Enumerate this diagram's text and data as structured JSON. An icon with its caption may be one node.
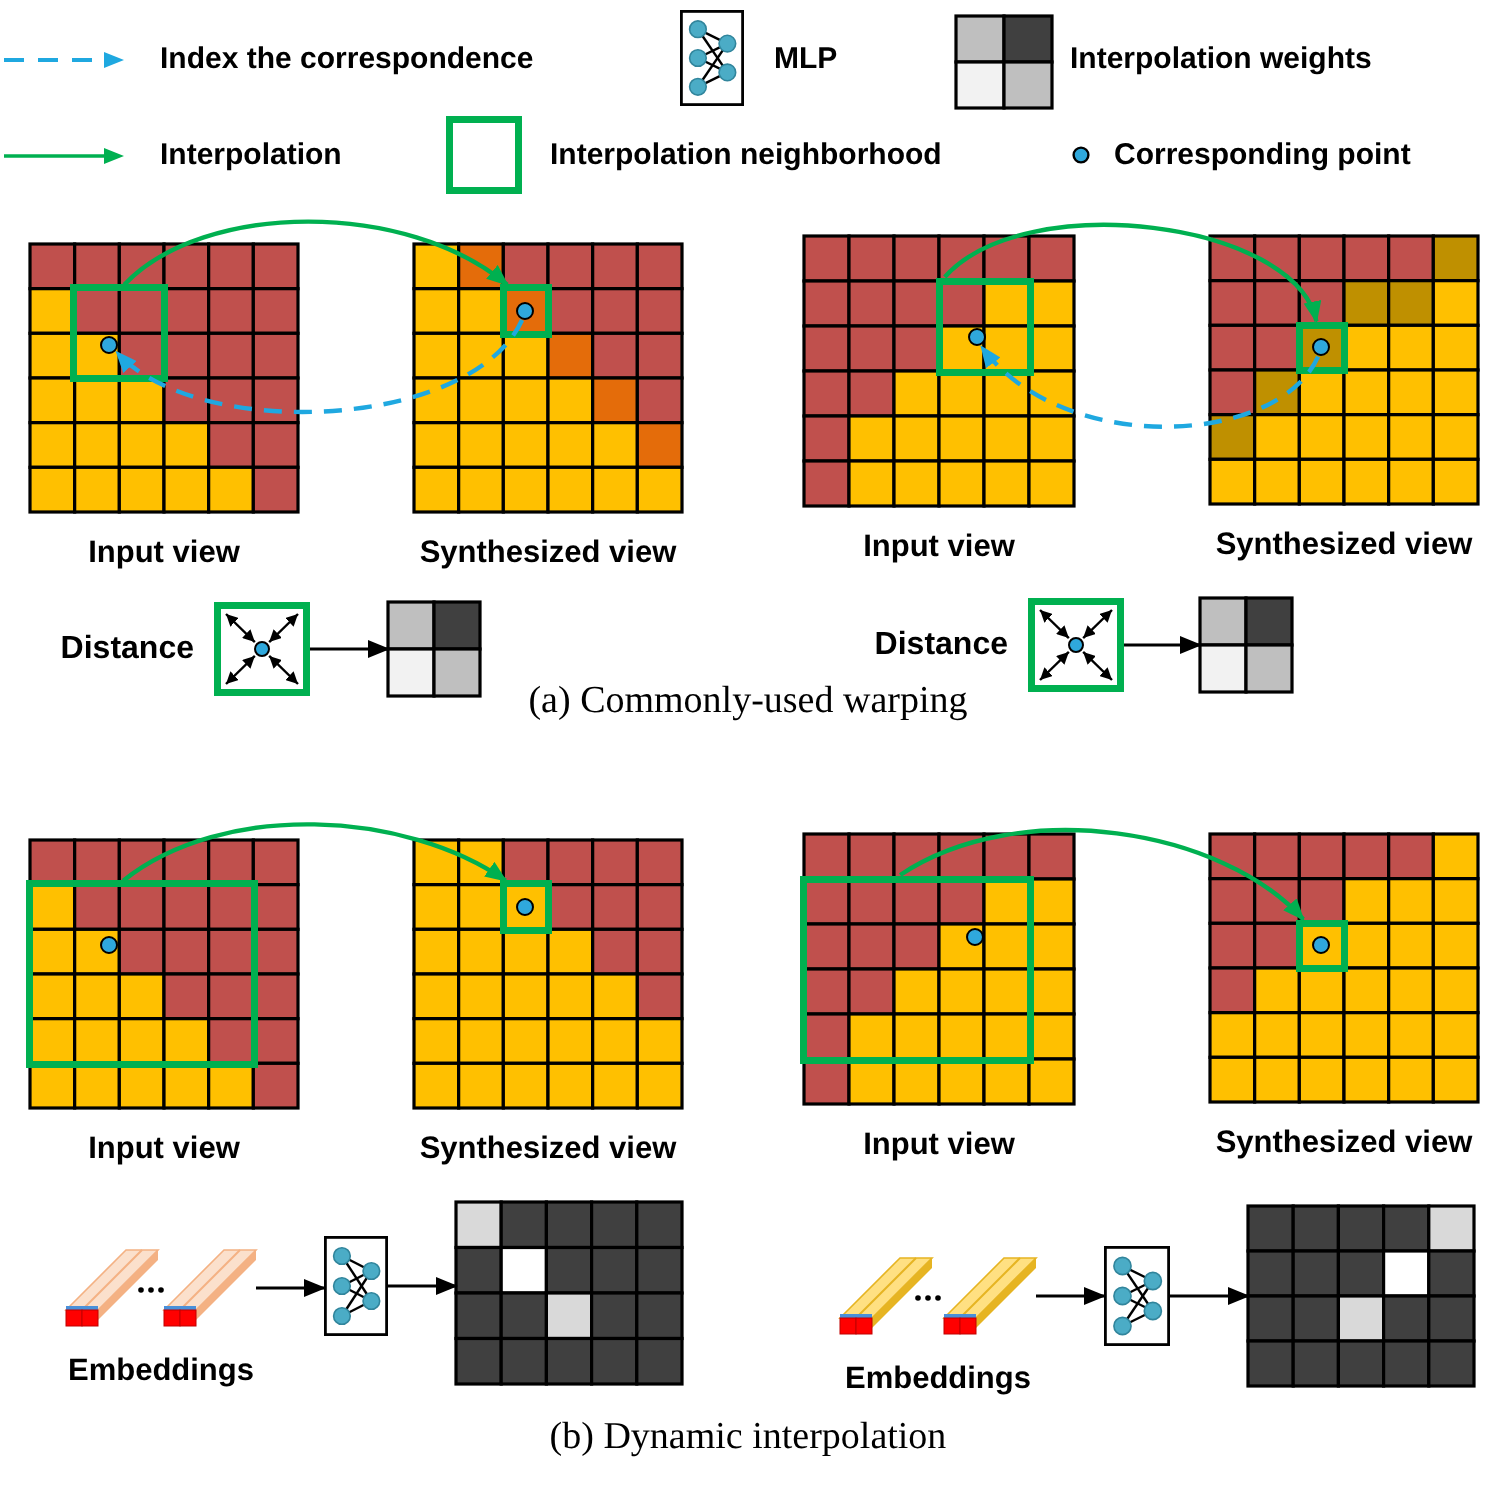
{
  "diagram": {
    "nodes": [
      {
        "text": [
          "Input view"
        ]
      },
      {
        "text": [],
        "shape": "box",
        "in": 0
      },
      {
        "text": [],
        "shape": "circle",
        "in": 1
      },
      {
        "text": [
          "Synthesized view"
        ]
      },
      {
        "text": [],
        "shape": "box",
        "in": 3
      },
      {
        "text": [],
        "shape": "circle",
        "in": 4
      },
      {
        "text": [
          "Distance"
        ]
      },
      {
        "text": [],
        "shape": "box"
      },
      {
        "text": [
          "Input view"
        ]
      },
      {
        "text": [],
        "shape": "box",
        "in": 8
      },
      {
        "text": [],
        "shape": "circle",
        "in": 9
      },
      {
        "text": [
          "Synthesized view"
        ]
      },
      {
        "text": [],
        "shape": "box",
        "in": 11
      },
      {
        "text": [],
        "shape": "circle",
        "in": 12
      },
      {
        "text": [
          "Distance"
        ]
      },
      {
        "text": [],
        "shape": "box"
      },
      {
        "text": [
          "Input view"
        ]
      },
      {
        "text": [],
        "shape": "box",
        "in": 16
      },
      {
        "text": [],
        "shape": "circle",
        "in": 17
      },
      {
        "text": [
          "Synthesized view"
        ]
      },
      {
        "text": [],
        "shape": "box",
        "in": 19
      },
      {
        "text": [],
        "shape": "circle",
        "in": 20
      },
      {
        "text": [
          "Embeddings"
        ]
      },
      {
        "text": [],
        "shape": "box"
      },
      {
        "text": [],
        "shape": "box"
      },
      {
        "text": [
          "Input view"
        ]
      },
      {
        "text": [],
        "shape": "box",
        "in": 25
      },
      {
        "text": [],
        "shape": "circle",
        "in": 26
      },
      {
        "text": [
          "Synthesized view"
        ]
      },
      {
        "text": [],
        "shape": "box",
        "in": 28
      },
      {
        "text": [],
        "shape": "circle",
        "in": 29
      },
      {
        "text": [
          "Embeddings"
        ]
      },
      {
        "text": [],
        "shape": "box"
      },
      {
        "text": [],
        "shape": "box"
      }
    ],
    "edges": [
      {
        "from": 1,
        "to": 4,
        "arrow": "to",
        "color": "#00b050"
      },
      {
        "from": 5,
        "to": 2,
        "arrow": "to",
        "style": "dashed",
        "color": "#1fa8e0"
      },
      {
        "from": 6,
        "to": 7,
        "arrow": "to"
      },
      {
        "from": 9,
        "to": 12,
        "arrow": "to",
        "color": "#00b050"
      },
      {
        "from": 13,
        "to": 10,
        "arrow": "to",
        "style": "dashed",
        "color": "#1fa8e0"
      },
      {
        "from": 14,
        "to": 15,
        "arrow": "to"
      },
      {
        "from": 17,
        "to": 20,
        "arrow": "to",
        "color": "#00b050"
      },
      {
        "from": 22,
        "to": 23,
        "arrow": "to"
      },
      {
        "from": 23,
        "to": 24,
        "arrow": "to"
      },
      {
        "from": 26,
        "to": 29,
        "arrow": "to",
        "color": "#00b050"
      },
      {
        "from": 31,
        "to": 32,
        "arrow": "to"
      },
      {
        "from": 32,
        "to": 33,
        "arrow": "to"
      }
    ],
    "labels": [
      "(a) Commonly-used warping",
      "(b) Dynamic interpolation"
    ],
    "legend": [
      {
        "text": "Index the correspondence"
      },
      {
        "text": "MLP"
      },
      {
        "text": "Interpolation weights"
      },
      {
        "text": "Interpolation"
      },
      {
        "text": "Interpolation neighborhood"
      },
      {
        "text": "Corresponding point"
      }
    ]
  }
}
